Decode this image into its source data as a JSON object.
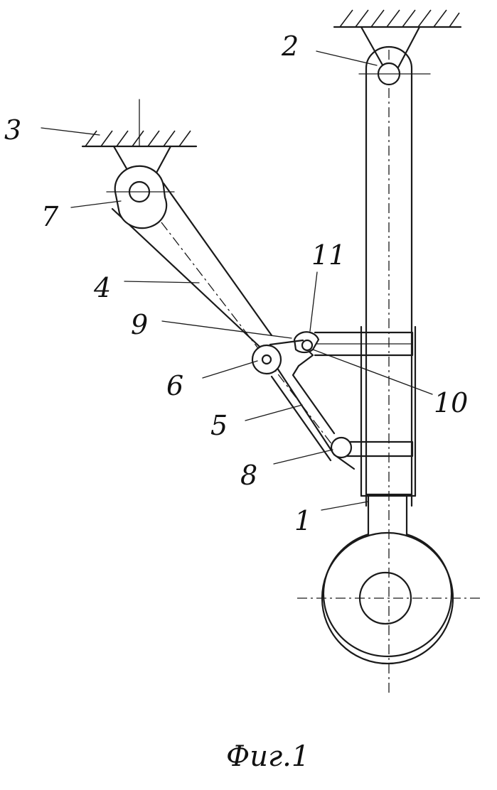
{
  "labels": {
    "l1": "1",
    "l2": "2",
    "l3": "3",
    "l4": "4",
    "l5": "5",
    "l6": "6",
    "l7": "7",
    "l8": "8",
    "l9": "9",
    "l10": "10",
    "l11": "11"
  },
  "caption": "Фиг.1"
}
